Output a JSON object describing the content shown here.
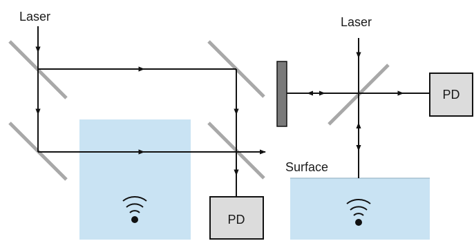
{
  "left_setup": {
    "laser_label": "Laser",
    "detector_label": "PD"
  },
  "right_setup": {
    "laser_label": "Laser",
    "detector_label": "PD",
    "surface_label": "Surface"
  },
  "colors": {
    "water": "#c9e3f3",
    "mirror": "#a8a8a8",
    "beam": "#111111",
    "detector_fill": "#dcdcdc",
    "reference_mirror": "#7a7a7a"
  },
  "icons": [
    "acoustic-source-icon",
    "acoustic-source-icon"
  ]
}
